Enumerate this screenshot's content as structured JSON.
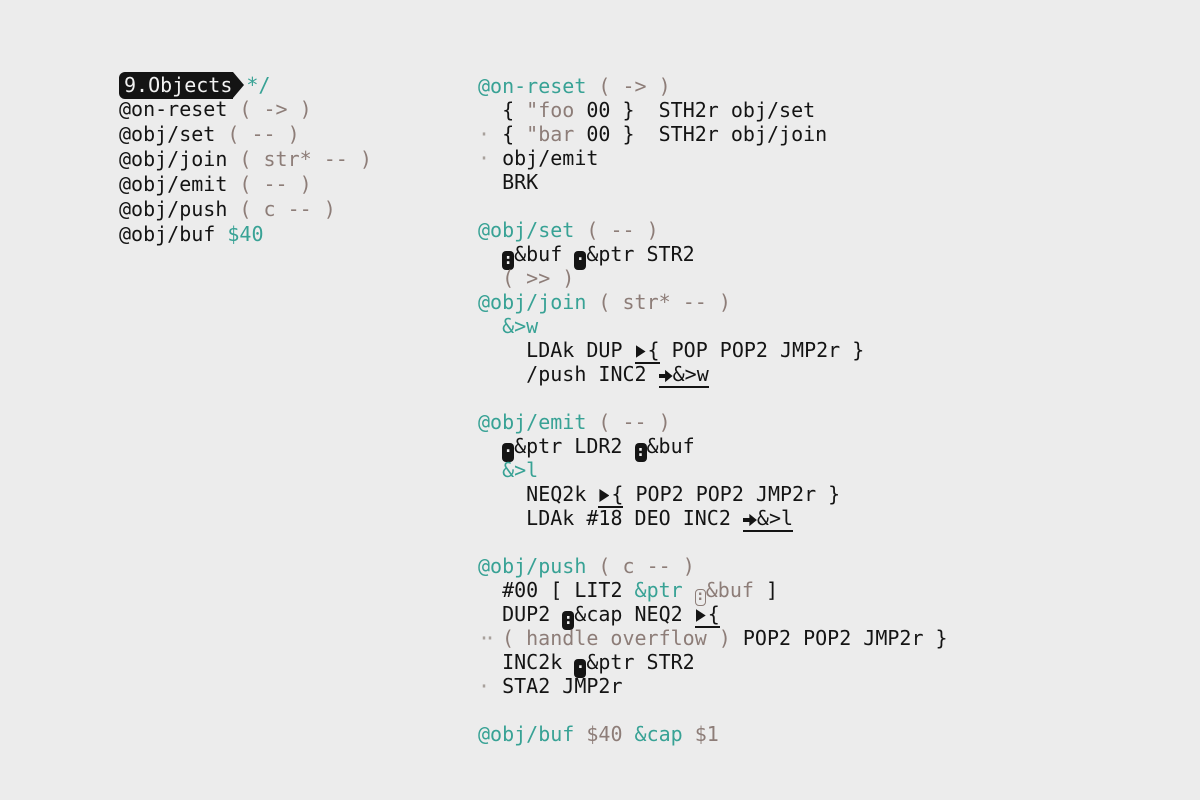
{
  "theme": {
    "background": "#ececec",
    "ink": "#141414",
    "accent_teal": "#38a295",
    "comment_taupe": "#8d7d78",
    "marker_gray": "#a8a19c",
    "inverse_text": "#f2f2f2"
  },
  "outline_panel": {
    "lines": [
      {
        "segments": [
          {
            "text": "9.Objects",
            "style": "tag"
          },
          {
            "text": "*/",
            "style": "accent"
          }
        ]
      },
      {
        "segments": [
          {
            "text": "@on-reset ",
            "style": "ink"
          },
          {
            "text": "( -> )",
            "style": "comment"
          }
        ]
      },
      {
        "segments": [
          {
            "text": "@obj/set ",
            "style": "ink"
          },
          {
            "text": "( -- )",
            "style": "comment"
          }
        ]
      },
      {
        "segments": [
          {
            "text": "@obj/join ",
            "style": "ink"
          },
          {
            "text": "( str* -- )",
            "style": "comment"
          }
        ]
      },
      {
        "segments": [
          {
            "text": "@obj/emit ",
            "style": "ink"
          },
          {
            "text": "( -- )",
            "style": "comment"
          }
        ]
      },
      {
        "segments": [
          {
            "text": "@obj/push ",
            "style": "ink"
          },
          {
            "text": "( c -- )",
            "style": "comment"
          }
        ]
      },
      {
        "segments": [
          {
            "text": "@obj/buf ",
            "style": "ink"
          },
          {
            "text": "$40",
            "style": "accent"
          }
        ]
      }
    ]
  },
  "source_panel": {
    "lines": [
      {
        "segments": [
          {
            "text": "@on-reset ",
            "style": "accent"
          },
          {
            "text": "( -> )",
            "style": "comment"
          }
        ]
      },
      {
        "segments": [
          {
            "text": "  { ",
            "style": "ink"
          },
          {
            "text": "\"foo",
            "style": "comment"
          },
          {
            "text": " 00 }  STH2r obj/set",
            "style": "ink"
          }
        ]
      },
      {
        "segments": [
          {
            "text": "·",
            "style": "marker"
          },
          {
            "text": " { ",
            "style": "ink"
          },
          {
            "text": "\"bar",
            "style": "comment"
          },
          {
            "text": " 00 }  STH2r obj/join",
            "style": "ink"
          }
        ]
      },
      {
        "segments": [
          {
            "text": "·",
            "style": "marker"
          },
          {
            "text": " obj/emit",
            "style": "ink"
          }
        ]
      },
      {
        "segments": [
          {
            "text": "  BRK",
            "style": "ink"
          }
        ]
      },
      {
        "segments": []
      },
      {
        "segments": [
          {
            "text": "@obj/set ",
            "style": "accent"
          },
          {
            "text": "( -- )",
            "style": "comment"
          }
        ]
      },
      {
        "segments": [
          {
            "text": "  ",
            "style": "ink"
          },
          {
            "text": ":",
            "style": "rune"
          },
          {
            "text": "&buf ",
            "style": "ink"
          },
          {
            "text": "·",
            "style": "rune"
          },
          {
            "text": "&ptr STR2",
            "style": "ink"
          }
        ]
      },
      {
        "segments": [
          {
            "text": "  ",
            "style": "ink"
          },
          {
            "text": "( >> )",
            "style": "comment"
          }
        ]
      },
      {
        "segments": [
          {
            "text": "@obj/join ",
            "style": "accent"
          },
          {
            "text": "( str* -- )",
            "style": "comment"
          }
        ]
      },
      {
        "segments": [
          {
            "text": "  &>w",
            "style": "accent"
          }
        ]
      },
      {
        "segments": [
          {
            "text": "    LDAk DUP ",
            "style": "ink"
          },
          {
            "text": "{",
            "style": "cond"
          },
          {
            "text": " POP POP2 JMP2r }",
            "style": "ink"
          }
        ]
      },
      {
        "segments": [
          {
            "text": "    /push INC2 ",
            "style": "ink"
          },
          {
            "text": "&>w",
            "style": "jump"
          }
        ]
      },
      {
        "segments": []
      },
      {
        "segments": [
          {
            "text": "@obj/emit ",
            "style": "accent"
          },
          {
            "text": "( -- )",
            "style": "comment"
          }
        ]
      },
      {
        "segments": [
          {
            "text": "  ",
            "style": "ink"
          },
          {
            "text": "·",
            "style": "rune"
          },
          {
            "text": "&ptr LDR2 ",
            "style": "ink"
          },
          {
            "text": ":",
            "style": "rune"
          },
          {
            "text": "&buf",
            "style": "ink"
          }
        ]
      },
      {
        "segments": [
          {
            "text": "  &>l",
            "style": "accent"
          }
        ]
      },
      {
        "segments": [
          {
            "text": "    NEQ2k ",
            "style": "ink"
          },
          {
            "text": "{",
            "style": "cond"
          },
          {
            "text": " POP2 POP2 JMP2r }",
            "style": "ink"
          }
        ]
      },
      {
        "segments": [
          {
            "text": "    LDAk #18 DEO INC2 ",
            "style": "ink"
          },
          {
            "text": "&>l",
            "style": "jump"
          }
        ]
      },
      {
        "segments": []
      },
      {
        "segments": [
          {
            "text": "@obj/push ",
            "style": "accent"
          },
          {
            "text": "( c -- )",
            "style": "comment"
          }
        ]
      },
      {
        "segments": [
          {
            "text": "  #00 [ LIT2 ",
            "style": "ink"
          },
          {
            "text": "&ptr",
            "style": "accent"
          },
          {
            "text": " ",
            "style": "ink"
          },
          {
            "text": ":",
            "style": "rune-o"
          },
          {
            "text": "&buf",
            "style": "comment"
          },
          {
            "text": " ]",
            "style": "ink"
          }
        ]
      },
      {
        "segments": [
          {
            "text": "  DUP2 ",
            "style": "ink"
          },
          {
            "text": ":",
            "style": "rune"
          },
          {
            "text": "&cap NEQ2 ",
            "style": "ink"
          },
          {
            "text": "{",
            "style": "cond"
          }
        ]
      },
      {
        "segments": [
          {
            "text": "··",
            "style": "marker2"
          },
          {
            "text": " ",
            "style": "ink"
          },
          {
            "text": "( handle overflow )",
            "style": "comment"
          },
          {
            "text": " POP2 POP2 JMP2r }",
            "style": "ink"
          }
        ]
      },
      {
        "segments": [
          {
            "text": "  INC2k ",
            "style": "ink"
          },
          {
            "text": "·",
            "style": "rune"
          },
          {
            "text": "&ptr STR2",
            "style": "ink"
          }
        ]
      },
      {
        "segments": [
          {
            "text": "·",
            "style": "marker"
          },
          {
            "text": " STA2 JMP2r",
            "style": "ink"
          }
        ]
      },
      {
        "segments": []
      },
      {
        "segments": [
          {
            "text": "@obj/buf",
            "style": "accent"
          },
          {
            "text": " ",
            "style": "ink"
          },
          {
            "text": "$40",
            "style": "comment"
          },
          {
            "text": " ",
            "style": "ink"
          },
          {
            "text": "&cap",
            "style": "accent"
          },
          {
            "text": " ",
            "style": "ink"
          },
          {
            "text": "$1",
            "style": "comment"
          }
        ]
      }
    ]
  }
}
